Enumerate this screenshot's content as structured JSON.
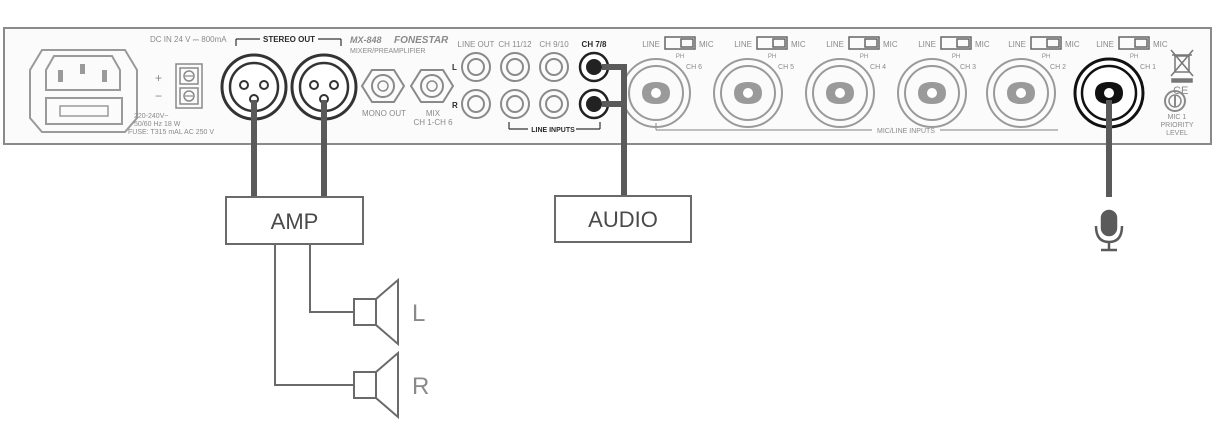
{
  "panel": {
    "dc_in": "DC IN 24 V ⎓ 800mA",
    "plus": "+",
    "minus": "−",
    "power_spec": [
      "220-240V~",
      "50/60 Hz 18 W",
      "FUSE: T315 mAL AC 250 V"
    ],
    "stereo_out": "STEREO OUT",
    "model": "MX-848",
    "brand": "FONESTAR",
    "subtitle": "MIXER/PREAMPLIFIER",
    "mono_out": "MONO OUT",
    "mix": [
      "MIX",
      "CH 1-CH 6"
    ],
    "line_out": "LINE OUT",
    "ch_11_12": "CH 11/12",
    "ch_9_10": "CH 9/10",
    "ch_7_8": "CH 7/8",
    "l": "L",
    "r": "R",
    "line_inputs": "LINE INPUTS",
    "switch_line": "LINE",
    "switch_mic": "MIC",
    "switch_ph": "PH",
    "channels": [
      "CH 6",
      "CH 5",
      "CH 4",
      "CH 3",
      "CH 2",
      "CH 1"
    ],
    "mic_line_inputs": "MIC/LINE INPUTS",
    "ce": "CE",
    "mic_priority": [
      "MIC 1",
      "PRIORITY",
      "LEVEL"
    ]
  },
  "devices": {
    "amp": "AMP",
    "audio": "AUDIO",
    "speaker_l": "L",
    "speaker_r": "R"
  },
  "icons": {
    "microphone": "microphone-icon",
    "weee": "weee-bin-icon"
  }
}
